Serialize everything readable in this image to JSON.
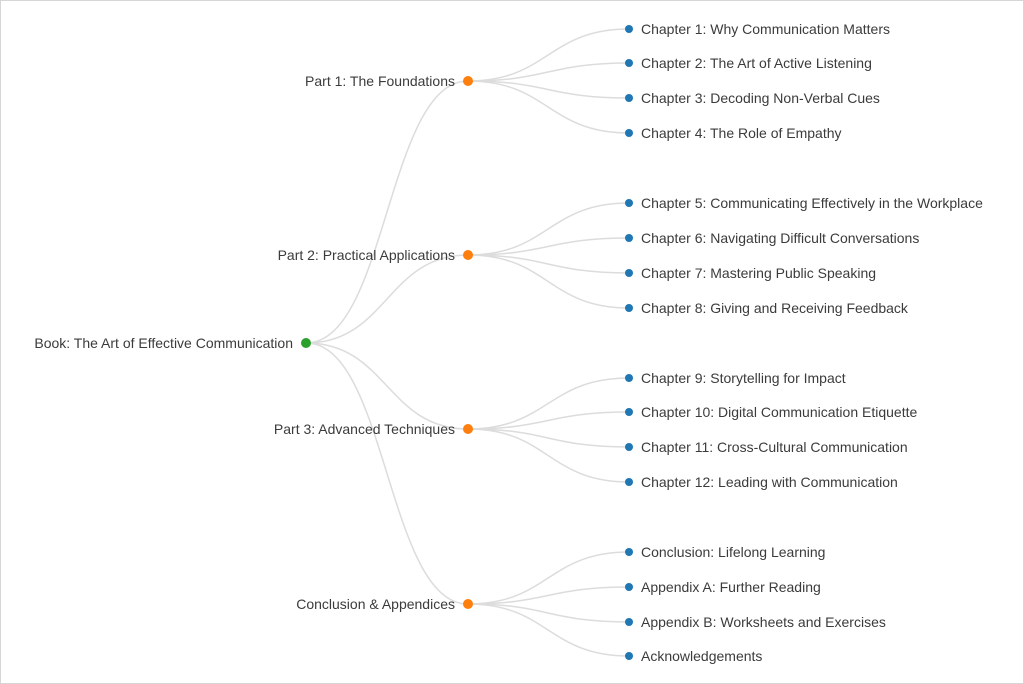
{
  "colors": {
    "root_dot": "#2ca02c",
    "branch_dot": "#ff7f0e",
    "leaf_dot": "#1f77b4",
    "link": "#dcdcdc",
    "text": "#3b3b3b"
  },
  "tree": {
    "root": {
      "label": "Book: The Art of Effective Communication"
    },
    "branches": [
      {
        "label": "Part 1: The Foundations",
        "children": [
          {
            "label": "Chapter 1: Why Communication Matters"
          },
          {
            "label": "Chapter 2: The Art of Active Listening"
          },
          {
            "label": "Chapter 3: Decoding Non-Verbal Cues"
          },
          {
            "label": "Chapter 4: The Role of Empathy"
          }
        ]
      },
      {
        "label": "Part 2: Practical Applications",
        "children": [
          {
            "label": "Chapter 5: Communicating Effectively in the Workplace"
          },
          {
            "label": "Chapter 6: Navigating Difficult Conversations"
          },
          {
            "label": "Chapter 7: Mastering Public Speaking"
          },
          {
            "label": "Chapter 8: Giving and Receiving Feedback"
          }
        ]
      },
      {
        "label": "Part 3: Advanced Techniques",
        "children": [
          {
            "label": "Chapter 9: Storytelling for Impact"
          },
          {
            "label": "Chapter 10: Digital Communication Etiquette"
          },
          {
            "label": "Chapter 11: Cross-Cultural Communication"
          },
          {
            "label": "Chapter 12: Leading with Communication"
          }
        ]
      },
      {
        "label": "Conclusion & Appendices",
        "children": [
          {
            "label": "Conclusion: Lifelong Learning"
          },
          {
            "label": "Appendix A: Further Reading"
          },
          {
            "label": "Appendix B: Worksheets and Exercises"
          },
          {
            "label": "Acknowledgements"
          }
        ]
      }
    ]
  }
}
